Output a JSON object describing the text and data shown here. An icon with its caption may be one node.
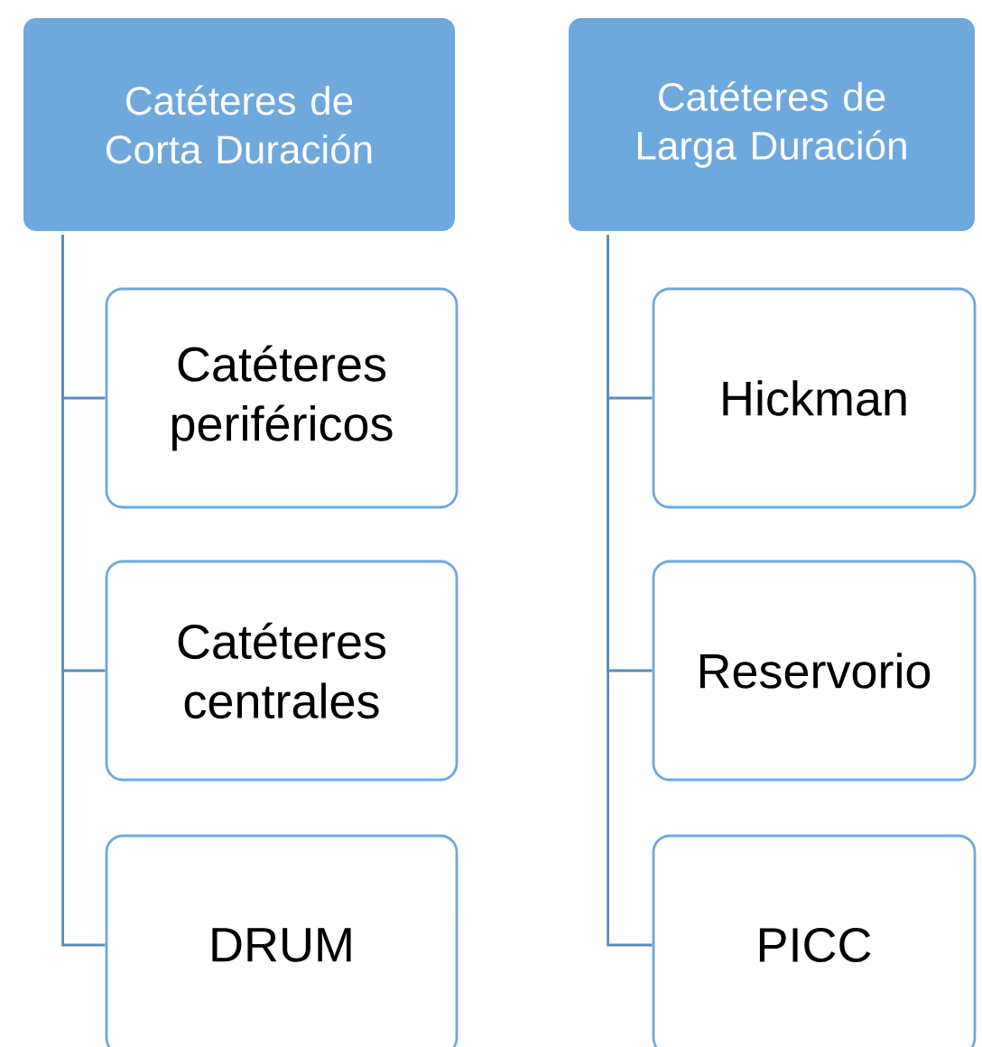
{
  "diagram": {
    "nodes": [
      {
        "text": [
          "Catéteres de Corta Duración"
        ]
      },
      {
        "text": [
          "Catéteres periféricos"
        ]
      },
      {
        "text": [
          "Catéteres centrales"
        ]
      },
      {
        "text": [
          "DRUM"
        ]
      },
      {
        "text": [
          "Catéteres de Larga Duración"
        ]
      },
      {
        "text": [
          "Hickman"
        ]
      },
      {
        "text": [
          "Reservorio"
        ]
      },
      {
        "text": [
          "PICC"
        ]
      }
    ],
    "edges": [
      {
        "from": 0,
        "to": 1,
        "arrow": "none"
      },
      {
        "from": 0,
        "to": 2,
        "arrow": "none"
      },
      {
        "from": 0,
        "to": 3,
        "arrow": "none"
      },
      {
        "from": 4,
        "to": 5,
        "arrow": "none"
      },
      {
        "from": 4,
        "to": 6,
        "arrow": "none"
      },
      {
        "from": 4,
        "to": 7,
        "arrow": "none"
      }
    ]
  }
}
